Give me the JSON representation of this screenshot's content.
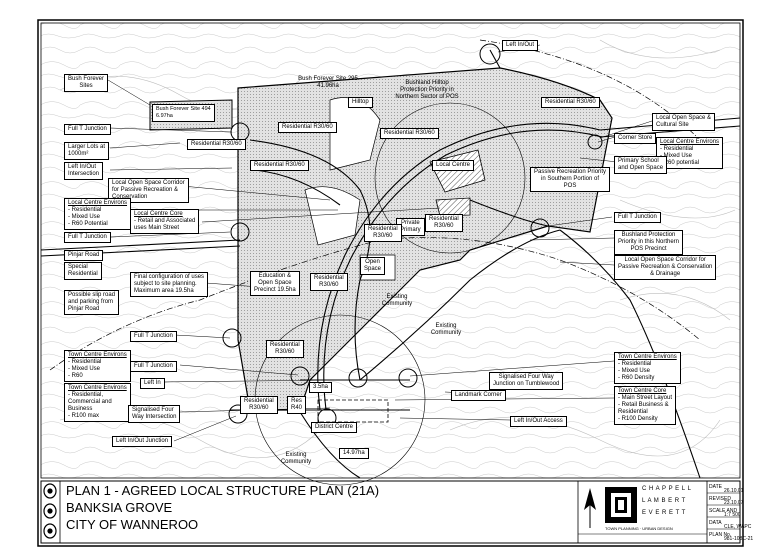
{
  "map": {
    "area_labels": {
      "bush_forever_494": "Bush Forever Site 494\n6.97ha",
      "bush_forever_295": "Bush Forever Site 295\n41.96ha",
      "hilltop": "Hilltop",
      "bushland_hilltop": "Bushland Hilltop\nProtection Priority in\nNorthern Sector of POS",
      "res_r30_60_a": "Residential R30/60",
      "res_r30_60_b": "Residential R30/60",
      "res_r30_60_c": "Residential R30/60",
      "res_r30_60_d": "Residential R30/60",
      "res_r30_60_e": "Residential R30/60",
      "res_r30_60_f": "Residential\nR30/60",
      "res_r30_60_g": "Residential\nR30/60",
      "res_r30_60_h": "Residential\nR30/60",
      "res_r30_60_i": "Residential\nR30/60",
      "res_r30_60_j": "Residential\nR30/60",
      "local_centre": "Local Centre",
      "passive_rec": "Passive Recreation Priority\nin Southern Portion of\nPOS",
      "private_primary": "Private\nPrimary",
      "open_space": "Open\nSpace",
      "education": "Education &\nOpen Space\nPrecinct 19.5ha",
      "existing_community_a": "Existing\nCommunity",
      "existing_community_b": "Existing\nCommunity",
      "existing_community_c": "Existing\nCommunity",
      "three_5ha": "3.5ha",
      "res_r40": "Res\nR40",
      "district_centre": "District Centre",
      "fourteen_ha": "14.97ha"
    },
    "callouts": {
      "bush_forever_sites": "Bush Forever\nSites",
      "full_t_1": "Full T Junction",
      "larger_lots": "Larger Lots at\n1000m²",
      "left_in_out_intersection": "Left In/Out\nIntersection",
      "local_os_corridor": "Local Open Space Corridor\nfor Passive Recreation &\nConservation",
      "local_centre_env_title": "Local Centre Environs",
      "local_centre_env_body": "- Residential\n- Mixed Use\n- R60 Potential",
      "local_centre_core_title": "Local Centre Core",
      "local_centre_core_body": "- Retail and Associated\nuses Main Street",
      "full_t_2": "Full T Junction",
      "pinjar_road": "Pinjar Road",
      "special_residential": "Special\nResidential",
      "final_config": "Final configuration of uses\nsubject to site planning.\nMaximum area 19.5ha",
      "slip_road": "Possible slip road\nand parking from\nPinjar Road",
      "full_t_3": "Full T Junction",
      "town_centre_env_l_title": "Town Centre Environs",
      "town_centre_env_l_body": "- Residential\n- Mixed Use\n- R60",
      "full_t_4": "Full T Junction",
      "left_in": "Left In",
      "town_centre_env_l2_title": "Town Centre Environs",
      "town_centre_env_l2_body": "- Residential,\nCommercial and\nBusiness\n- R100 max",
      "signalised_four_l": "Signalised Four\nWay Intersection",
      "left_in_out_junction": "Left In/Out Junction",
      "left_in_out_top": "Left In/Out",
      "local_os_cultural": "Local Open Space &\nCultural Site",
      "corner_store": "Corner Store",
      "local_centre_env_r_title": "Local Centre Environs",
      "local_centre_env_r_body": "- Residential\n- Mixed Use\n- R60 potential",
      "primary_school": "Primary School\nand Open Space",
      "full_t_r": "Full T Junction",
      "bushland_protection": "Bushland Protection\nPriority in this Northern\nPOS Precinct",
      "local_os_corridor_r": "Local Open Space Corridor for\nPassive Recreation & Conservation\n& Drainage",
      "town_centre_env_r_title": "Town Centre Environs",
      "town_centre_env_r_body": "- Residential\n- Mixed Use\n- R60 Density",
      "signalised_four_r": "Signalised Four Way\nJunction on Tumblewood",
      "town_centre_core_r_title": "Town Centre Core",
      "town_centre_core_r_body": "- Main Street Layout\n- Retail Business &\nResidential\n- R100 Density",
      "landmark_corner": "Landmark Corner",
      "left_in_out_access": "Left In/Out Access"
    }
  },
  "title_block": {
    "line1": "PLAN 1 - AGREED LOCAL STRUCTURE PLAN (21A)",
    "line2": "BANKSIA GROVE",
    "line3": "CITY OF WANNEROO",
    "firm_1": "C H A P P E L L",
    "firm_2": "L A M B E R T",
    "firm_3": "E V E R E T T",
    "firm_tag": "TOWN PLANNING · URBAN DESIGN",
    "meta": [
      {
        "k": "DATE",
        "v": "26.10.01"
      },
      {
        "k": "REVISED",
        "v": "23.10.07"
      },
      {
        "k": "SCALE AND",
        "v": "1:7 500"
      },
      {
        "k": "DATA",
        "v": "CLE, WAPC"
      },
      {
        "k": "PLAN No.",
        "v": "981-108C-21"
      }
    ]
  },
  "colors": {
    "line": "#000000",
    "hatch": "#9a9a9a",
    "block_fill": "#d9d9d9",
    "paper": "#ffffff"
  }
}
